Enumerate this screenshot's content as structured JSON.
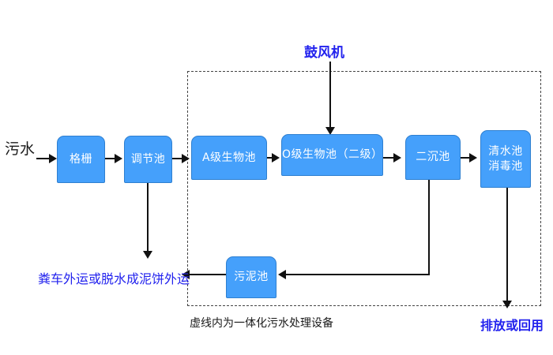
{
  "diagram": {
    "title_note_top": "鼓风机",
    "caption_bottom": "虚线内为一体化污水处理设备",
    "inlet_label": "污水",
    "sludge_outlet_label": "粪车外运或脱水成泥饼外运",
    "water_outlet_label": "排放或回用",
    "colors": {
      "node_fill": "#45A0FB",
      "node_border": "#2E7FD0",
      "node_text": "#FFFFFF",
      "blue_text": "#2222EE",
      "black_text": "#1A1A1A",
      "connector": "#111111",
      "dashed_border": "#444444",
      "background": "#FFFFFF"
    },
    "nodes": [
      {
        "id": "grid",
        "label": "格栅"
      },
      {
        "id": "regulate",
        "label": "调节池"
      },
      {
        "id": "a-stage",
        "label": "A级生物池"
      },
      {
        "id": "o-stage",
        "label": "O级生物池（二级）"
      },
      {
        "id": "settling",
        "label": "二沉池"
      },
      {
        "id": "clearwater",
        "label_line1": "清水池",
        "label_line2": "消毒池"
      },
      {
        "id": "sludge",
        "label": "污泥池"
      }
    ]
  }
}
